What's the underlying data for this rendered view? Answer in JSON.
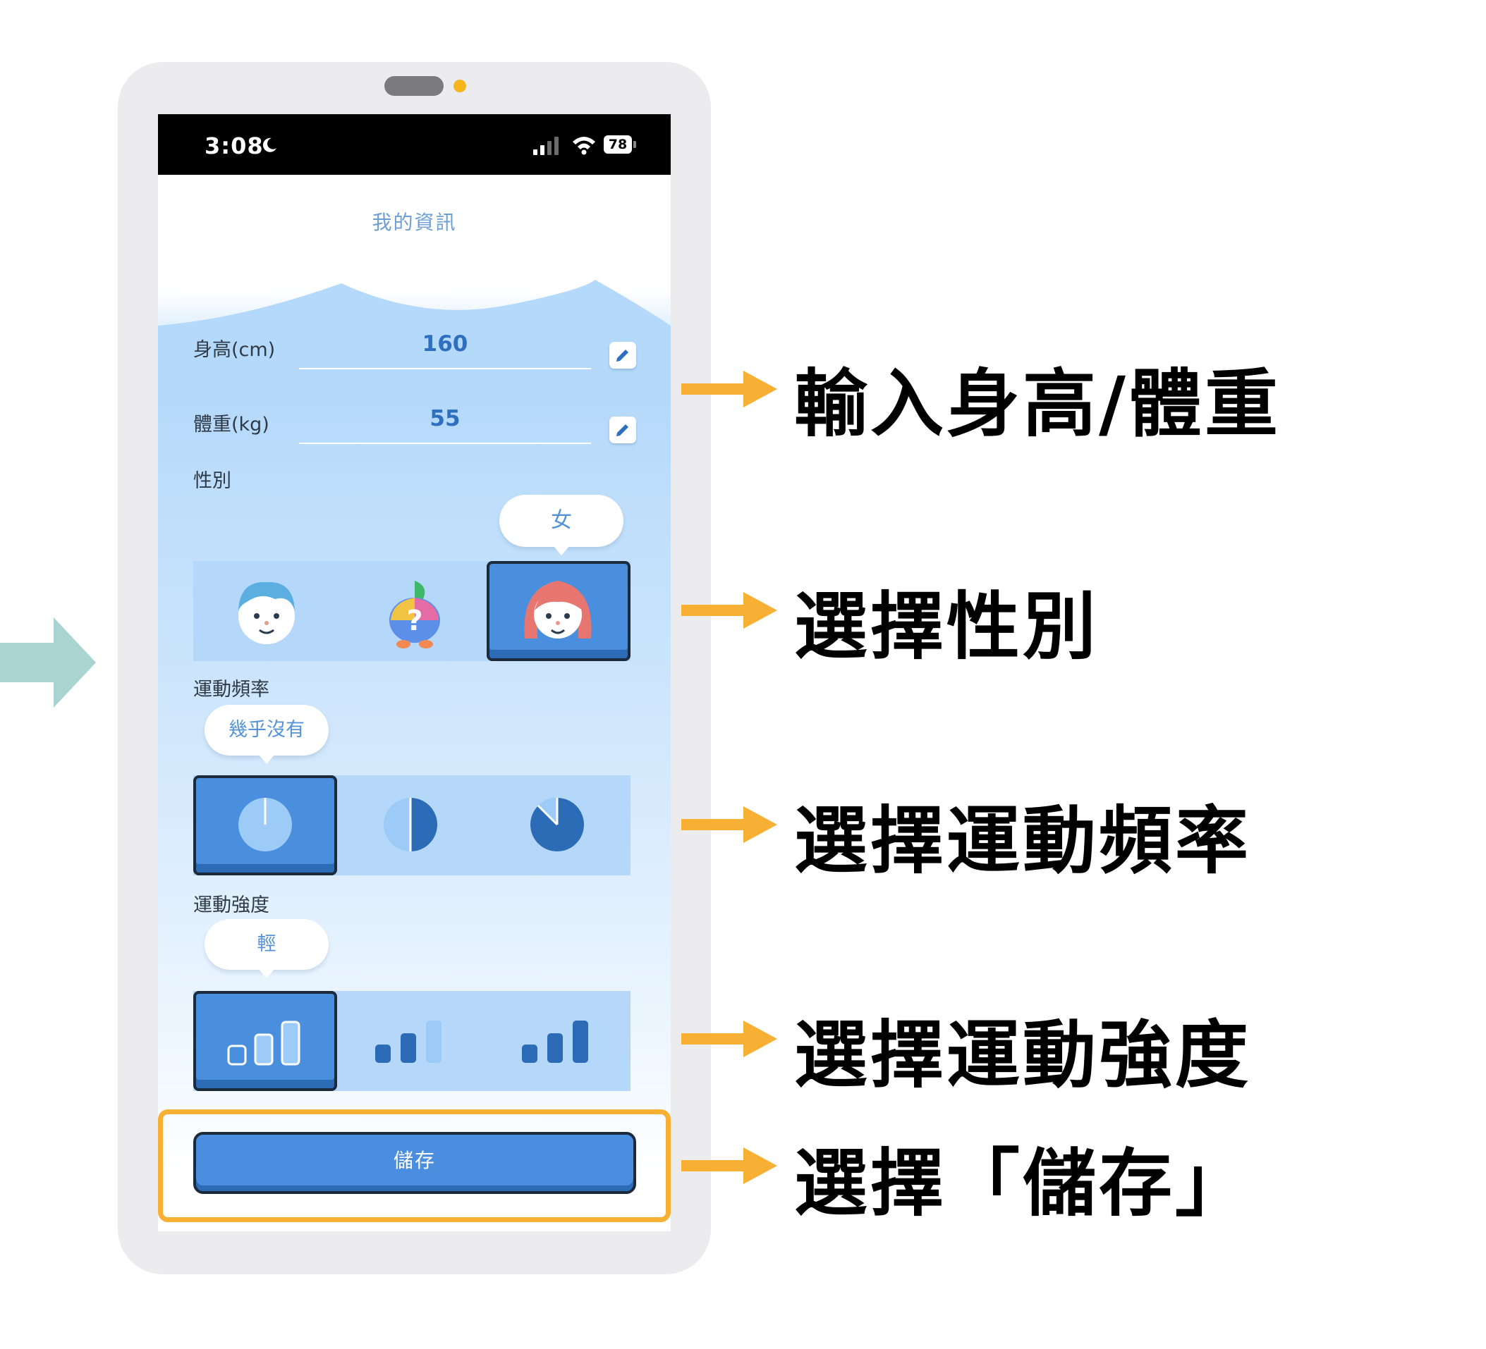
{
  "status_bar": {
    "time": "3:08",
    "battery": "78"
  },
  "screen": {
    "title": "我的資訊",
    "height": {
      "label": "身高(cm)",
      "value": "160"
    },
    "weight": {
      "label": "體重(kg)",
      "value": "55"
    },
    "gender": {
      "label": "性別",
      "selected": "女"
    },
    "frequency": {
      "label": "運動頻率",
      "selected": "幾乎沒有"
    },
    "intensity": {
      "label": "運動強度",
      "selected": "輕"
    },
    "save_label": "儲存"
  },
  "annotations": [
    "輸入身高/體重",
    "選擇性別",
    "選擇運動頻率",
    "選擇運動強度",
    "選擇「儲存」"
  ],
  "colors": {
    "accent": "#4a8fdd",
    "annotation_arrow": "#f7b033",
    "left_arrow": "#a9d4d2"
  }
}
